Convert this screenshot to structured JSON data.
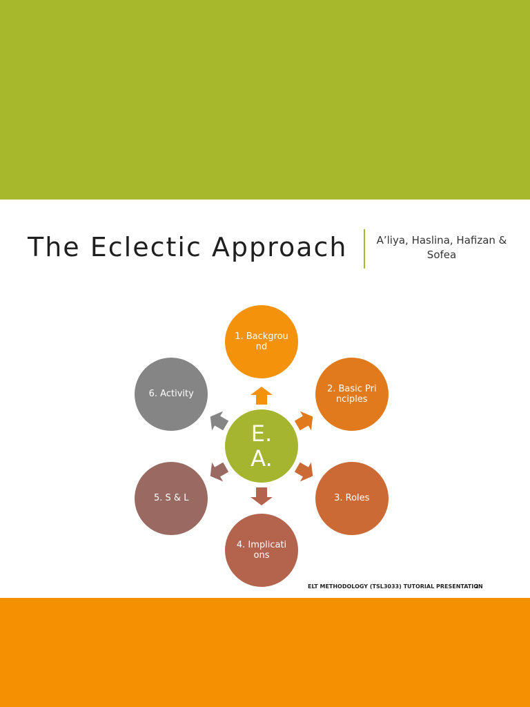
{
  "slide": {
    "title": "The Eclectic Approach",
    "authors": "A’liya, Haslina, Hafizan & Sofea",
    "footer": "ELT METHODOLOGY (TSL3033) TUTORIAL PRESENTATION",
    "page_number": "2"
  },
  "colors": {
    "top_band": "#a7b92a",
    "bottom_band": "#f59002",
    "divider": "#a7b92a"
  },
  "diagram": {
    "center": {
      "label": "E. A.",
      "color": "#a6b52f"
    },
    "nodes": [
      {
        "label": "1. Background",
        "color": "#f4920b"
      },
      {
        "label": "2. Basic Principles",
        "color": "#e07a1c"
      },
      {
        "label": "3. Roles",
        "color": "#cc6a35"
      },
      {
        "label": "4. Implications",
        "color": "#b4634d"
      },
      {
        "label": "5. S & L",
        "color": "#9a6a62"
      },
      {
        "label": "6. Activity",
        "color": "#858585"
      }
    ],
    "arrow_colors": [
      "#f4920b",
      "#e07a1c",
      "#cc6a35",
      "#b4634d",
      "#9a6a62",
      "#858585"
    ]
  }
}
